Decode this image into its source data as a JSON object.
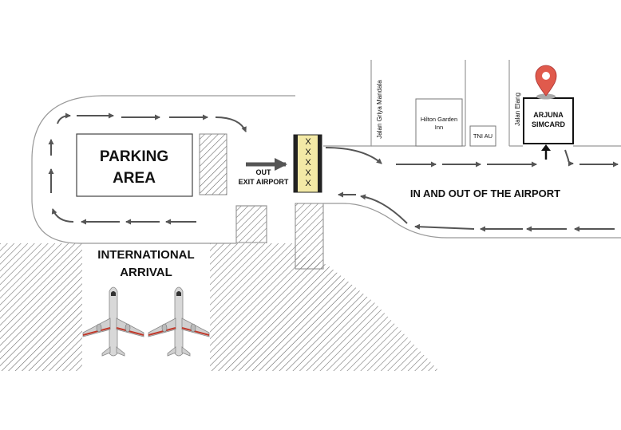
{
  "map": {
    "parking": {
      "line1": "PARKING",
      "line2": "AREA"
    },
    "exit": {
      "line1": "OUT",
      "line2": "EXIT AIRPORT"
    },
    "gate_marks": "XXXXX",
    "international": {
      "line1": "INTERNATIONAL",
      "line2": "ARRIVAL"
    },
    "road_label": "IN AND OUT OF THE AIRPORT",
    "street_1": "Jalan Griya Mandala",
    "street_2": "Jalan Elang",
    "hilton": {
      "line1": "Hilton Garden",
      "line2": "Inn"
    },
    "tni": "TNI AU",
    "shop": {
      "line1": "ARJUNA",
      "line2": "SIMCARD"
    }
  },
  "colors": {
    "gate": "#f3e9a6",
    "pin": "#e05a4c",
    "plane_stripe": "#c0392b"
  },
  "icons": [
    "map-pin-icon",
    "airplane-icon",
    "arrow-right-icon",
    "arrow-up-icon"
  ]
}
